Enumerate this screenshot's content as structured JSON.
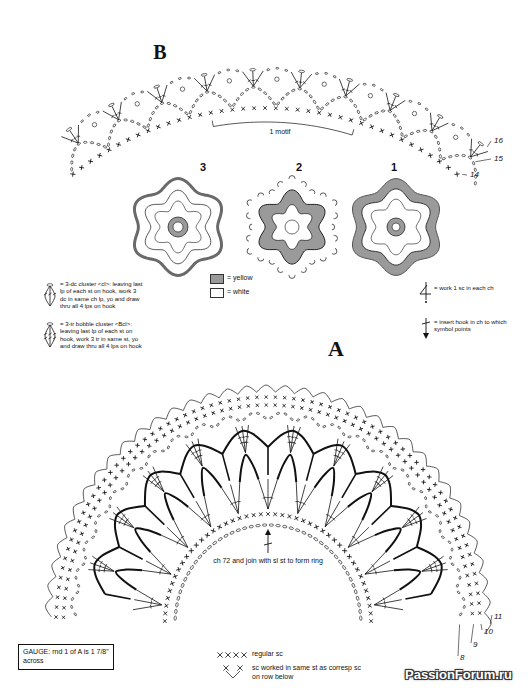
{
  "diagram": {
    "nodes": [
      {
        "text": [
          "GAUGE: rnd 1 of A is 1 7/8\" across"
        ]
      }
    ],
    "labels": [
      "B",
      "1 motif",
      "16",
      "15",
      "14",
      "3",
      "2",
      "1",
      "A",
      "ch 72 and join with sl st to form ring",
      "11",
      "10",
      "9",
      "8",
      "PassionForum.ru"
    ],
    "legend": [
      {
        "text": "= 3-dc cluster <cl>: leaving last lp of each st on hook, work 3 dc in same ch lp, yo and draw thru all 4 lps on hook"
      },
      {
        "text": "= 3-tr bobble cluster <Bcl>: leaving last lp of each st on hook, work 3 tr in same st, yo and draw thru all 4 lps on hook"
      },
      {
        "text": "= yellow",
        "color": "#9a9a9a"
      },
      {
        "text": "= white",
        "color": "#ffffff"
      },
      {
        "text": "= work 1 sc in each ch"
      },
      {
        "text": "= insert hook in ch to which symbol points"
      },
      {
        "text": "regular sc"
      },
      {
        "text": "sc worked in same st as corresp sc on row below"
      }
    ]
  }
}
